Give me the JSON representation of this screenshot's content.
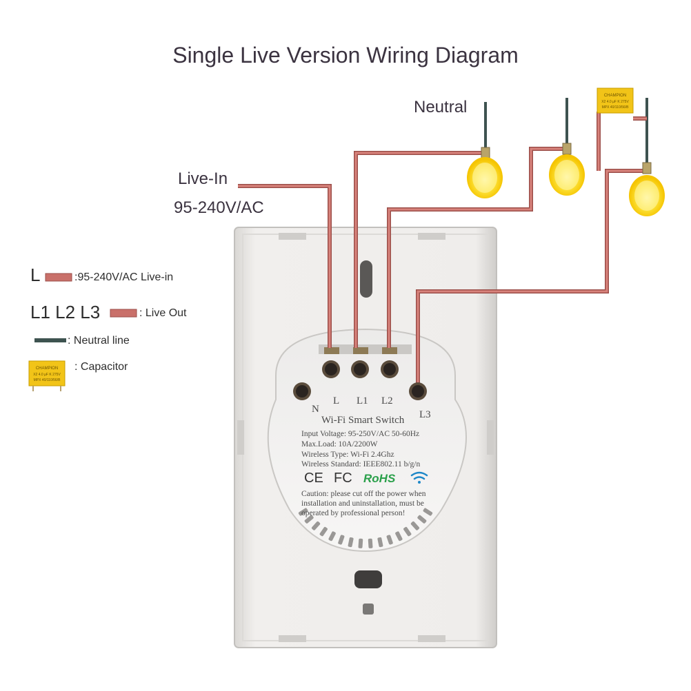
{
  "title": "Single Live Version Wiring Diagram",
  "labels": {
    "neutral": "Neutral",
    "live_in": "Live-In",
    "voltage": "95-240V/AC"
  },
  "legend": {
    "l_symbol": "L",
    "l_text": ":95-240V/AC Live-in",
    "live_out_symbol": "L1 L2 L3",
    "live_out_text": ": Live Out",
    "neutral_text": ": Neutral line",
    "capacitor_text": ": Capacitor"
  },
  "capacitor_print": {
    "brand": "CHAMPION",
    "line1": "X2 4.0 µF K 275V",
    "line2": "MPX 40/110/56/B"
  },
  "switch": {
    "terminals": [
      "N",
      "L",
      "L1",
      "L2",
      "L3"
    ],
    "name": "Wi-Fi Smart Switch",
    "specs": [
      "Input Voltage: 95-250V/AC 50-60Hz",
      "Max.Load: 10A/2200W",
      "Wireless Type: Wi-Fi 2.4Ghz",
      "Wireless Standard: IEEE802.11 b/g/n"
    ],
    "cert_ce": "CE",
    "cert_fc": "FC",
    "cert_rohs": "RoHS",
    "caution": [
      "Caution: please cut off the power when",
      "installation and uninstallation, must be",
      "operated by professional person!"
    ]
  },
  "colors": {
    "live_wire": "#c9706a",
    "neutral_wire": "#3e5350",
    "bulb_glow": "#fde33a",
    "capacitor": "#f2c418",
    "rohs": "#2aa04a",
    "wifi": "#1e88c8"
  }
}
